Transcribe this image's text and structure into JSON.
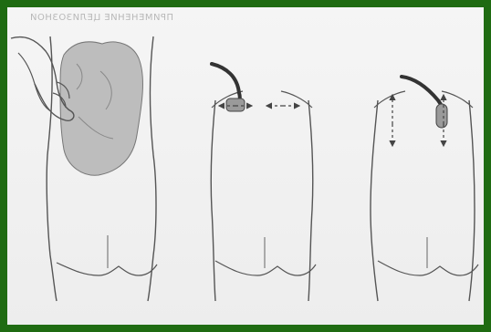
{
  "header": {
    "mirrored_text": "ПРИМЕНЕНИЕ ЦЕЛИЗОЗНОЙ"
  },
  "colors": {
    "frame_green": "#1f6b12",
    "line": "#555555",
    "pad": "#bdbdbd",
    "tube": "#333333"
  },
  "figure": {
    "panels": [
      {
        "name": "panel-1",
        "description": "hand-applying-pad"
      },
      {
        "name": "panel-2",
        "description": "massage-arrows-small-pad"
      },
      {
        "name": "panel-3",
        "description": "massage-arrows-tube-device"
      }
    ]
  }
}
